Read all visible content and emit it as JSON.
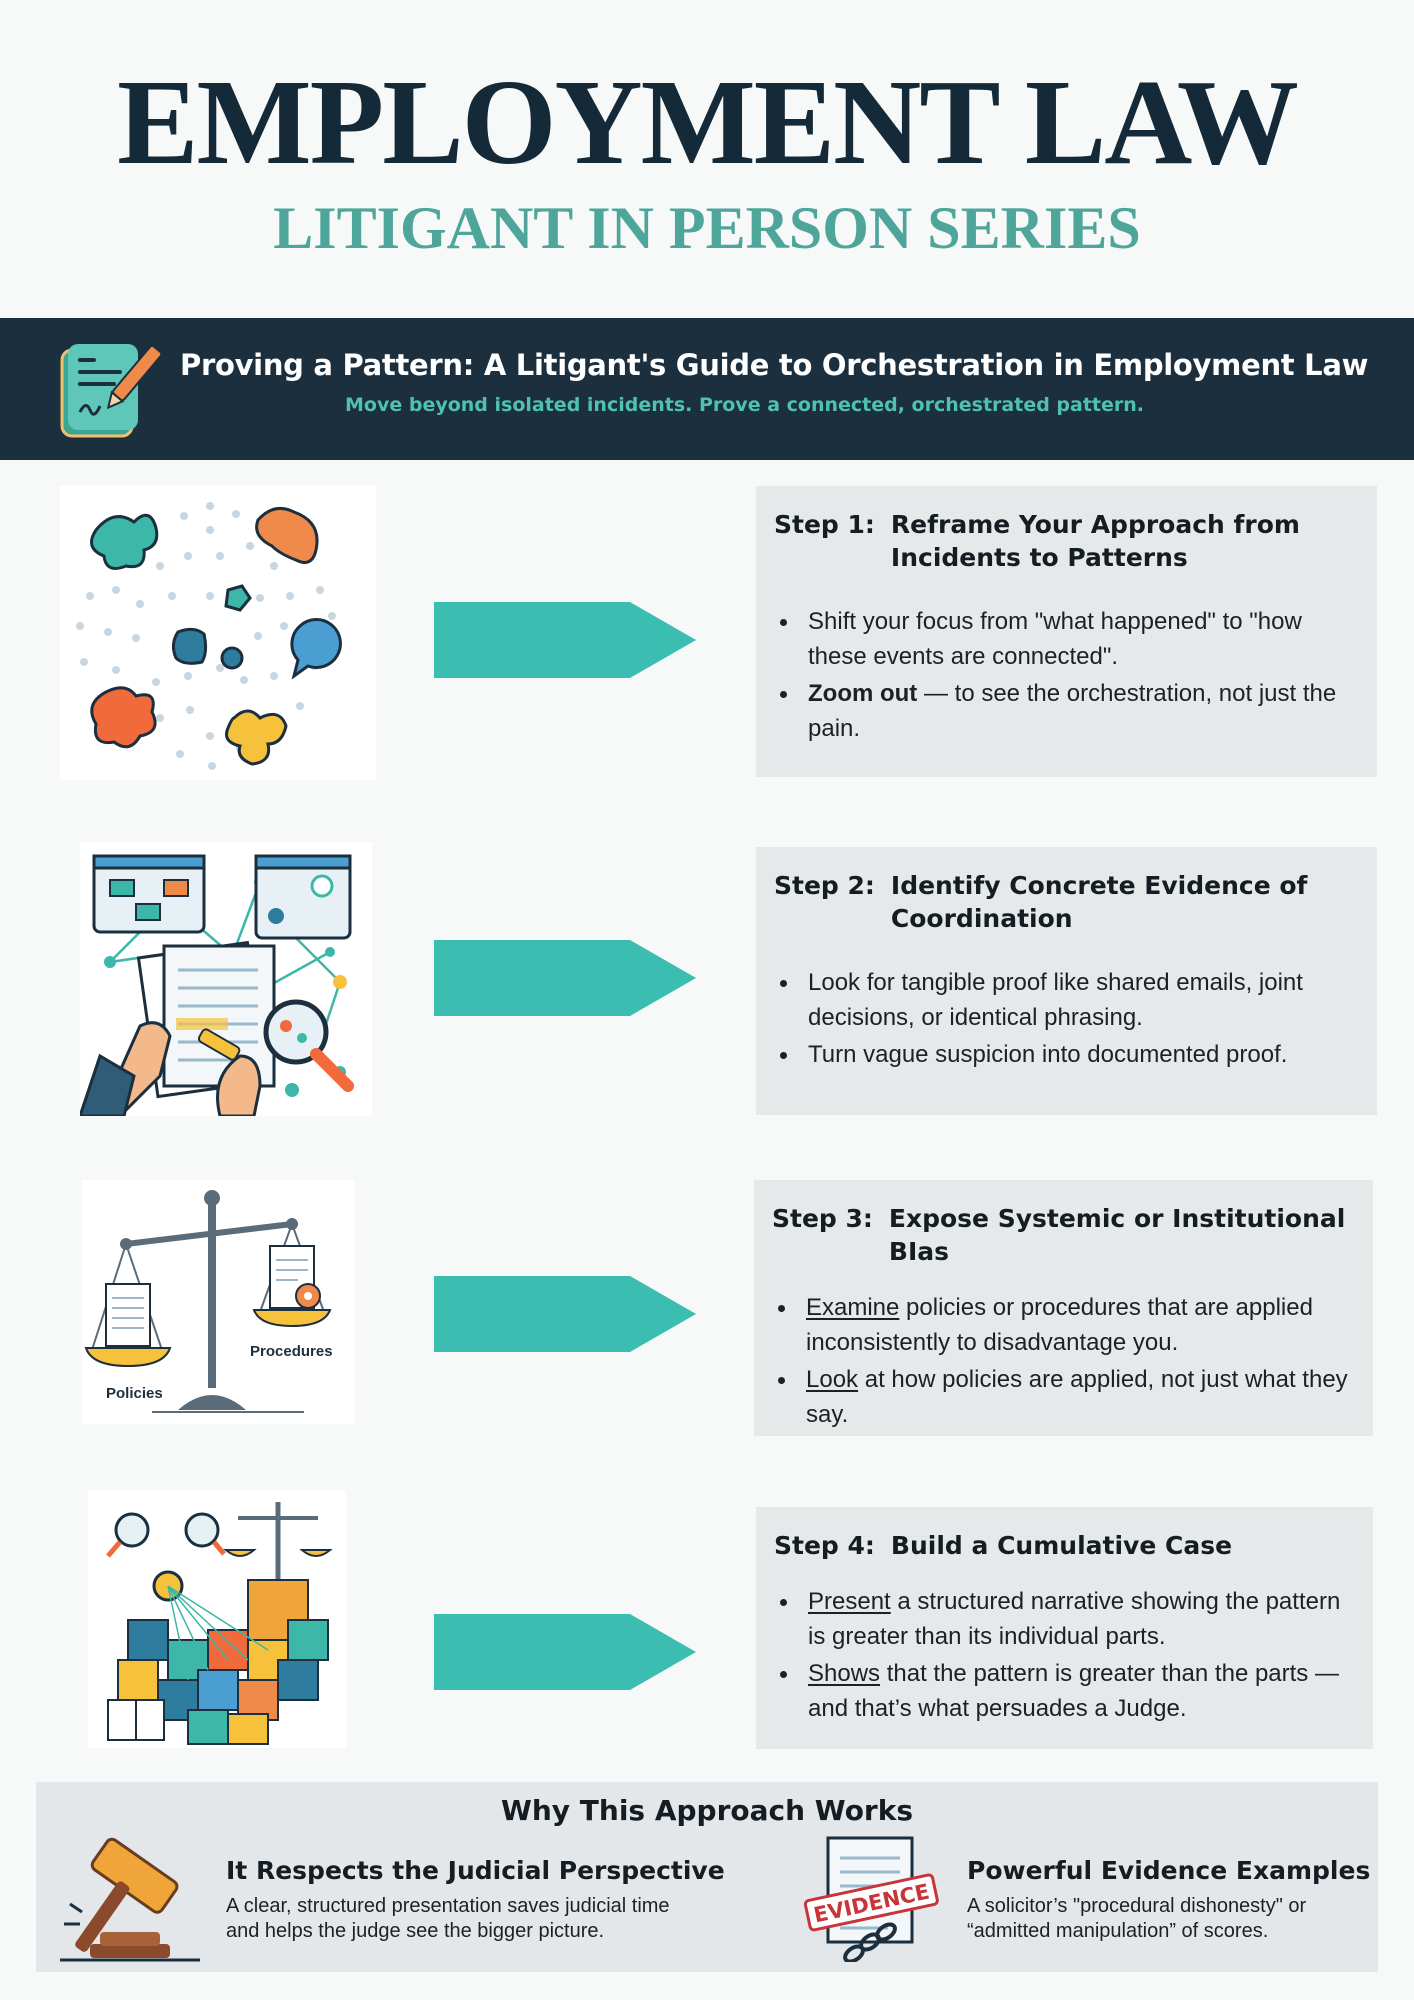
{
  "header": {
    "title": "EMPLOYMENT LAW",
    "subtitle": "LITIGANT IN PERSON SERIES"
  },
  "banner": {
    "title": "Proving a Pattern: A Litigant's Guide to Orchestration in Employment Law",
    "subtitle": "Move beyond isolated incidents. Prove a connected, orchestrated pattern.",
    "icon": "document-pen-icon"
  },
  "colors": {
    "navy": "#152a38",
    "teal": "#4ea69b",
    "arrow": "#3bbdb1",
    "banner": "#1b2f3f",
    "panel": "#e5e9ea"
  },
  "steps": [
    {
      "label": "Step 1:",
      "title": "Reframe Your Approach from Incidents to Patterns",
      "illustration": "scattered-shapes-icon",
      "bullets": [
        {
          "lead": "",
          "lead_style": "none",
          "text": "Shift your focus from \"what happened\" to \"how these events are connected\"."
        },
        {
          "lead": "Zoom out",
          "lead_style": "bold",
          "text": " — to see the orchestration, not just the pain."
        }
      ]
    },
    {
      "label": "Step 2:",
      "title": "Identify Concrete Evidence of Coordination",
      "illustration": "connected-evidence-icon",
      "bullets": [
        {
          "lead": "",
          "lead_style": "none",
          "text": "Look for tangible proof like shared emails, joint decisions, or identical phrasing."
        },
        {
          "lead": "",
          "lead_style": "none",
          "text": "Turn vague suspicion into documented proof."
        }
      ]
    },
    {
      "label": "Step 3:",
      "title": "Expose Systemic or Institutional BIas",
      "illustration": "scales-policies-icon",
      "scale_labels": [
        "Policies",
        "Procedures"
      ],
      "bullets": [
        {
          "lead": "Examine",
          "lead_style": "underline",
          "text": " policies or procedures that are applied inconsistently to disadvantage you."
        },
        {
          "lead": "Look",
          "lead_style": "underline",
          "text": " at how policies are applied, not just what they say."
        }
      ]
    },
    {
      "label": "Step 4:",
      "title": "Build a Cumulative Case",
      "illustration": "cumulative-blocks-icon",
      "bullets": [
        {
          "lead": "Present",
          "lead_style": "underline",
          "text": " a structured narrative showing the pattern is greater than its individual parts."
        },
        {
          "lead": "Shows",
          "lead_style": "underline",
          "text": " that the pattern is greater than the parts — and that’s what persuades a Judge."
        }
      ]
    }
  ],
  "why": {
    "title": "Why This Approach Works",
    "left": {
      "icon": "gavel-icon",
      "heading": "It Respects the Judicial Perspective",
      "text": "A clear, structured presentation saves judicial time and helps the judge see the bigger picture."
    },
    "right": {
      "icon": "evidence-stamp-icon",
      "stamp": "EVIDENCE",
      "heading": "Powerful Evidence Examples",
      "text": "A solicitor’s \"procedural dishonesty\" or “admitted manipulation” of scores."
    }
  }
}
